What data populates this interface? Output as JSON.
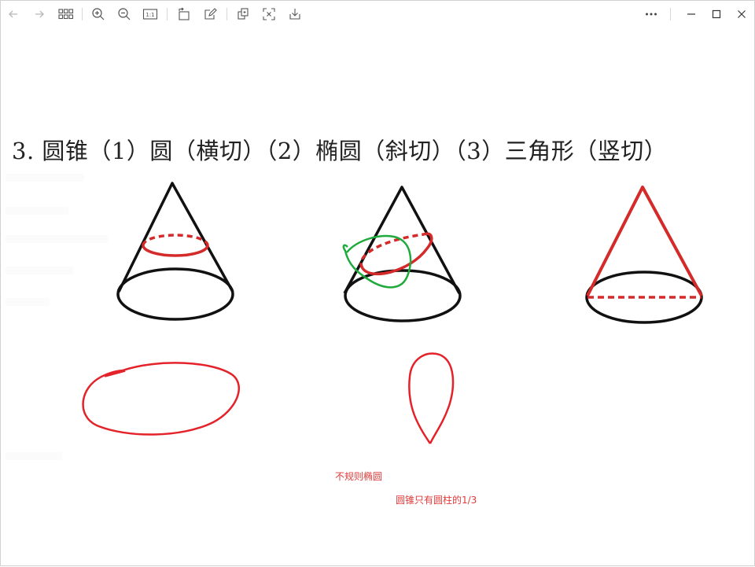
{
  "toolbar": {
    "left_icons": [
      "back-icon",
      "forward-icon",
      "grid-view-icon",
      "zoom-in-icon",
      "zoom-out-icon",
      "actual-size-icon",
      "rotate-icon",
      "edit-icon",
      "copy-icon",
      "ocr-icon",
      "save-icon"
    ],
    "right_icons": [
      "more-icon",
      "minimize-icon",
      "maximize-icon",
      "close-icon"
    ],
    "actual_size_label": "1:1"
  },
  "content": {
    "heading": "3. 圆锥（1）圆（横切）（2）椭圆（斜切）（3）三角形（竖切）",
    "note_irregular_ellipse": "不规则椭圆",
    "note_cone_third": "圆锥只有圆柱的1/3"
  },
  "colors": {
    "ink": "#111111",
    "red": "#d42a2a",
    "pen_red": "#e4222a",
    "pen_green": "#1faa3c",
    "icon_gray": "#555555",
    "disabled_gray": "#b0b0b0"
  }
}
